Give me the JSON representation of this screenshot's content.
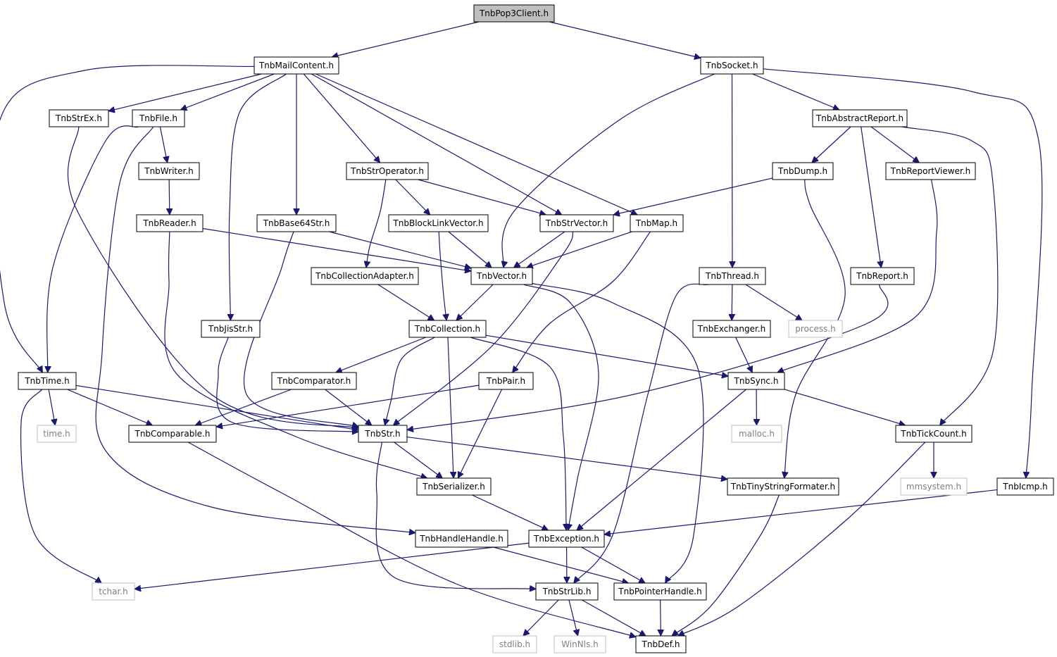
{
  "title": "TnbPop3Client.h",
  "colors": {
    "edge": "#191970",
    "node_border": "#000000",
    "external_border": "#bfbfbf",
    "root_fill": "#bfbfbf",
    "external_text": "#808080"
  },
  "nodes": {
    "root": "TnbPop3Client.h",
    "mailcontent": "TnbMailContent.h",
    "socket": "TnbSocket.h",
    "strex": "TnbStrEx.h",
    "file": "TnbFile.h",
    "abstractreport": "TnbAbstractReport.h",
    "writer": "TnbWriter.h",
    "stroperator": "TnbStrOperator.h",
    "dump": "TnbDump.h",
    "reportviewer": "TnbReportViewer.h",
    "reader": "TnbReader.h",
    "base64str": "TnbBase64Str.h",
    "blocklinkvector": "TnbBlockLinkVector.h",
    "strvector": "TnbStrVector.h",
    "map": "TnbMap.h",
    "collectionadapter": "TnbCollectionAdapter.h",
    "vector": "TnbVector.h",
    "thread": "TnbThread.h",
    "report": "TnbReport.h",
    "jisstr": "TnbJisStr.h",
    "collection": "TnbCollection.h",
    "exchanger": "TnbExchanger.h",
    "process": "process.h",
    "time": "TnbTime.h",
    "comparator": "TnbComparator.h",
    "pair": "TnbPair.h",
    "sync": "TnbSync.h",
    "time_h": "time.h",
    "comparable": "TnbComparable.h",
    "str": "TnbStr.h",
    "malloc": "malloc.h",
    "tickcount": "TnbTickCount.h",
    "serializer": "TnbSerializer.h",
    "tinystringformater": "TnbTinyStringFormater.h",
    "mmsystem": "mmsystem.h",
    "icmp": "TnbIcmp.h",
    "handlehandle": "TnbHandleHandle.h",
    "exception": "TnbException.h",
    "tchar": "tchar.h",
    "strlib": "TnbStrLib.h",
    "pointerhandle": "TnbPointerHandle.h",
    "stdlib": "stdlib.h",
    "winnls": "WinNls.h",
    "def": "TnbDef.h"
  }
}
